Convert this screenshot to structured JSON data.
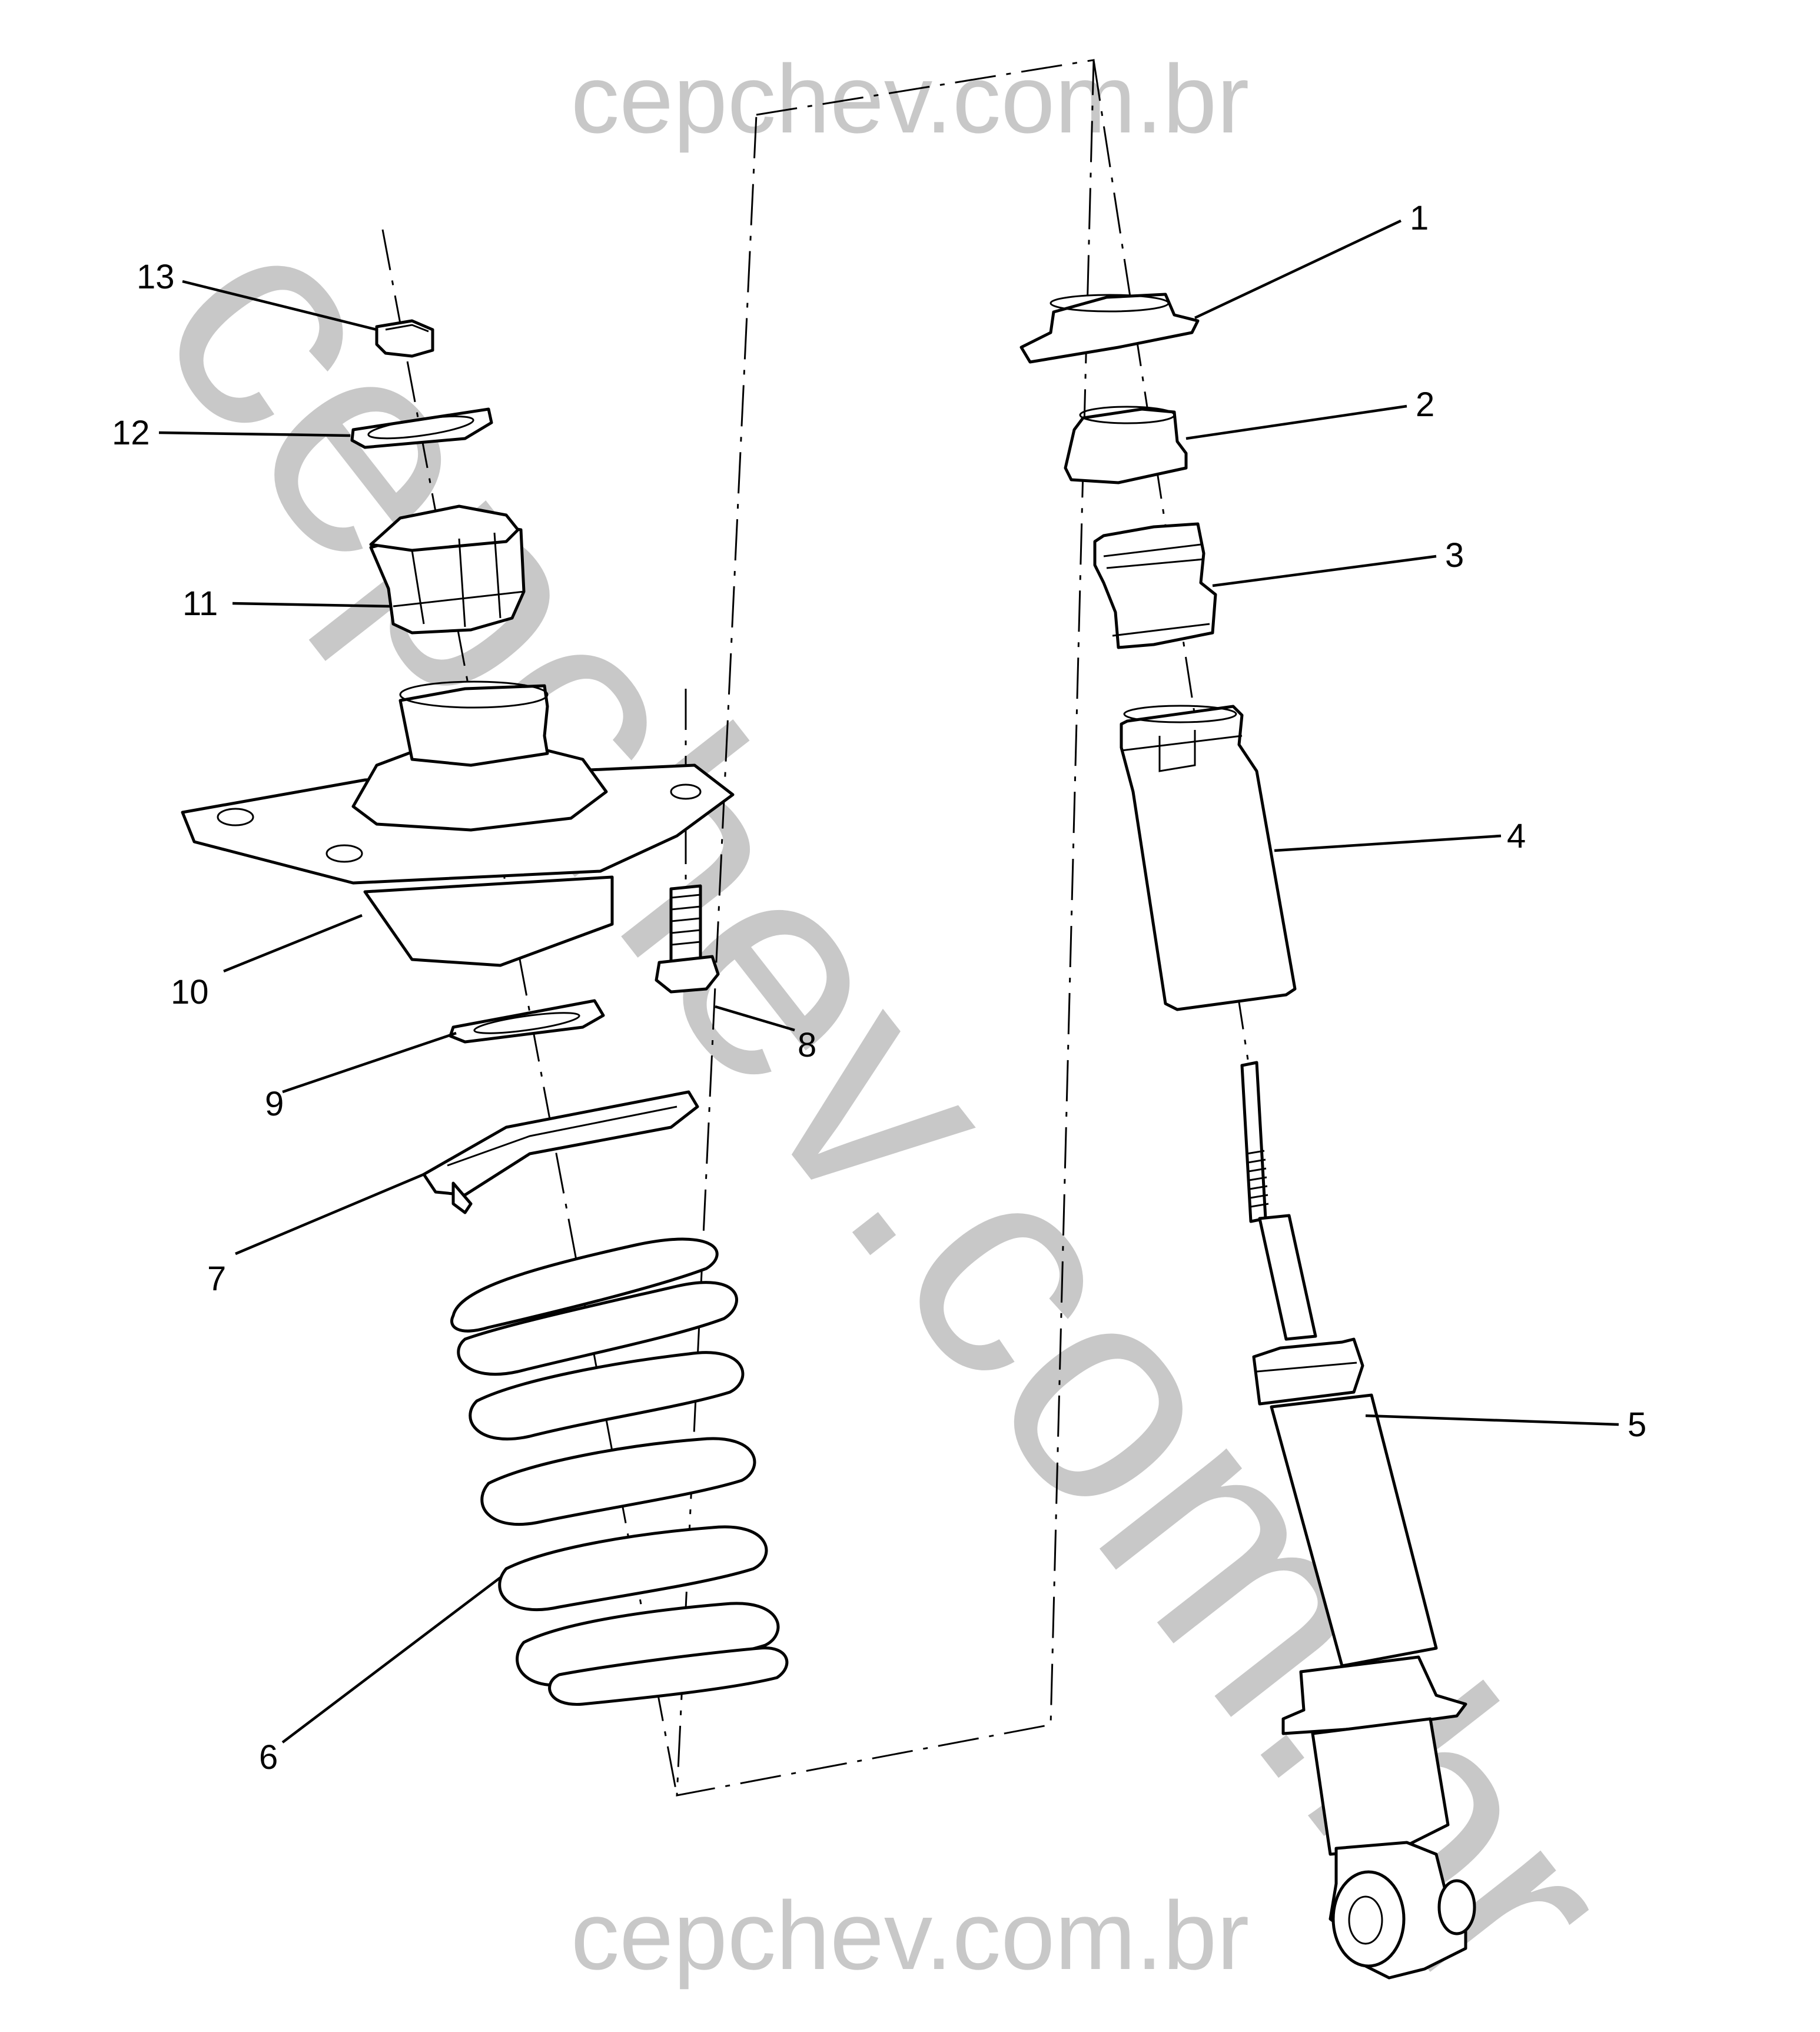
{
  "watermarks": {
    "top": "cepchev.com.br",
    "bottom": "cepchev.com.br",
    "diagonal": "cepchev.com.br"
  },
  "callouts": [
    {
      "id": "1",
      "label": "1"
    },
    {
      "id": "2",
      "label": "2"
    },
    {
      "id": "3",
      "label": "3"
    },
    {
      "id": "4",
      "label": "4"
    },
    {
      "id": "5",
      "label": "5"
    },
    {
      "id": "6",
      "label": "6"
    },
    {
      "id": "7",
      "label": "7"
    },
    {
      "id": "8",
      "label": "8"
    },
    {
      "id": "9",
      "label": "9"
    },
    {
      "id": "10",
      "label": "10"
    },
    {
      "id": "11",
      "label": "11"
    },
    {
      "id": "12",
      "label": "12"
    },
    {
      "id": "13",
      "label": "13"
    }
  ],
  "colors": {
    "line": "#000000",
    "background": "#ffffff",
    "watermark": "#c8c8c8"
  }
}
